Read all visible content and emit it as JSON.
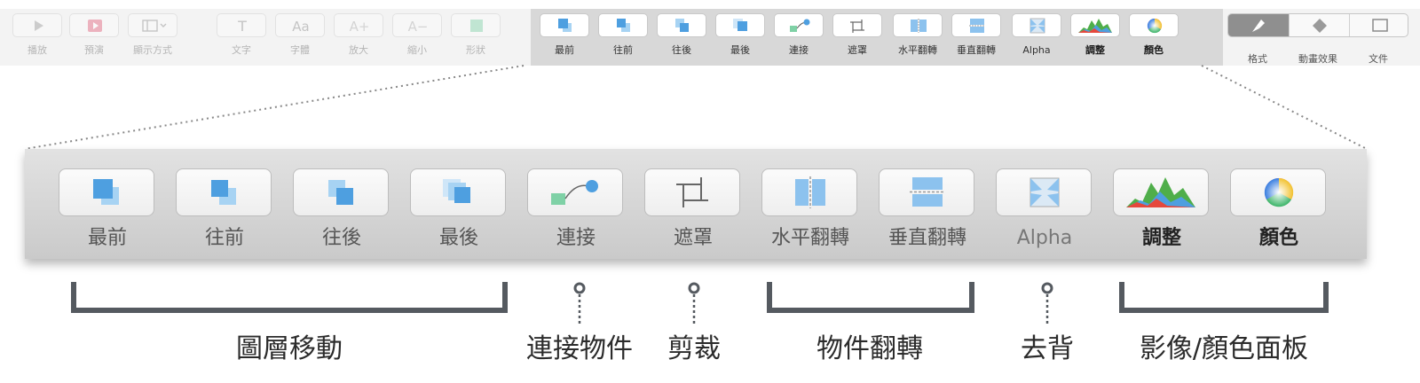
{
  "top_toolbar": {
    "left_items": [
      {
        "label": "播放",
        "icon": "play-icon"
      },
      {
        "label": "預演",
        "icon": "rehearse-icon"
      },
      {
        "label": "顯示方式",
        "icon": "view-icon"
      },
      {
        "label": "文字",
        "icon": "text-icon"
      },
      {
        "label": "字體",
        "icon": "font-icon"
      },
      {
        "label": "放大",
        "icon": "increase-font-icon"
      },
      {
        "label": "縮小",
        "icon": "decrease-font-icon"
      },
      {
        "label": "形狀",
        "icon": "shape-icon"
      }
    ],
    "icon_glyphs": {
      "text": "T",
      "font": "Aa",
      "bigger": "A+",
      "smaller": "A−"
    },
    "middle_items": [
      {
        "label": "最前",
        "icon": "bring-to-front-icon"
      },
      {
        "label": "往前",
        "icon": "bring-forward-icon"
      },
      {
        "label": "往後",
        "icon": "send-backward-icon"
      },
      {
        "label": "最後",
        "icon": "send-to-back-icon"
      },
      {
        "label": "連接",
        "icon": "connect-icon"
      },
      {
        "label": "遮罩",
        "icon": "mask-icon"
      },
      {
        "label": "水平翻轉",
        "icon": "flip-horizontal-icon"
      },
      {
        "label": "垂直翻轉",
        "icon": "flip-vertical-icon"
      },
      {
        "label": "Alpha",
        "icon": "alpha-icon"
      },
      {
        "label": "調整",
        "icon": "adjust-icon"
      },
      {
        "label": "顏色",
        "icon": "color-wheel-icon"
      }
    ],
    "right_items": [
      {
        "label": "格式",
        "icon": "format-brush-icon",
        "active": true
      },
      {
        "label": "動畫效果",
        "icon": "animate-icon"
      },
      {
        "label": "文件",
        "icon": "document-icon"
      }
    ]
  },
  "zoom_toolbar": {
    "items": [
      {
        "label": "最前"
      },
      {
        "label": "往前"
      },
      {
        "label": "往後"
      },
      {
        "label": "最後"
      },
      {
        "label": "連接"
      },
      {
        "label": "遮罩"
      },
      {
        "label": "水平翻轉"
      },
      {
        "label": "垂直翻轉"
      },
      {
        "label": "Alpha"
      },
      {
        "label": "調整"
      },
      {
        "label": "顏色"
      }
    ]
  },
  "annotations": {
    "layer_move": "圖層移動",
    "connect_objects": "連接物件",
    "crop": "剪裁",
    "object_flip": "物件翻轉",
    "remove_background": "去背",
    "image_color_panel": "影像/顏色面板"
  },
  "colors": {
    "layer_blue": "#5aa9e6",
    "connect_green": "#7fd1a6",
    "annotation_gray": "#555a60"
  }
}
